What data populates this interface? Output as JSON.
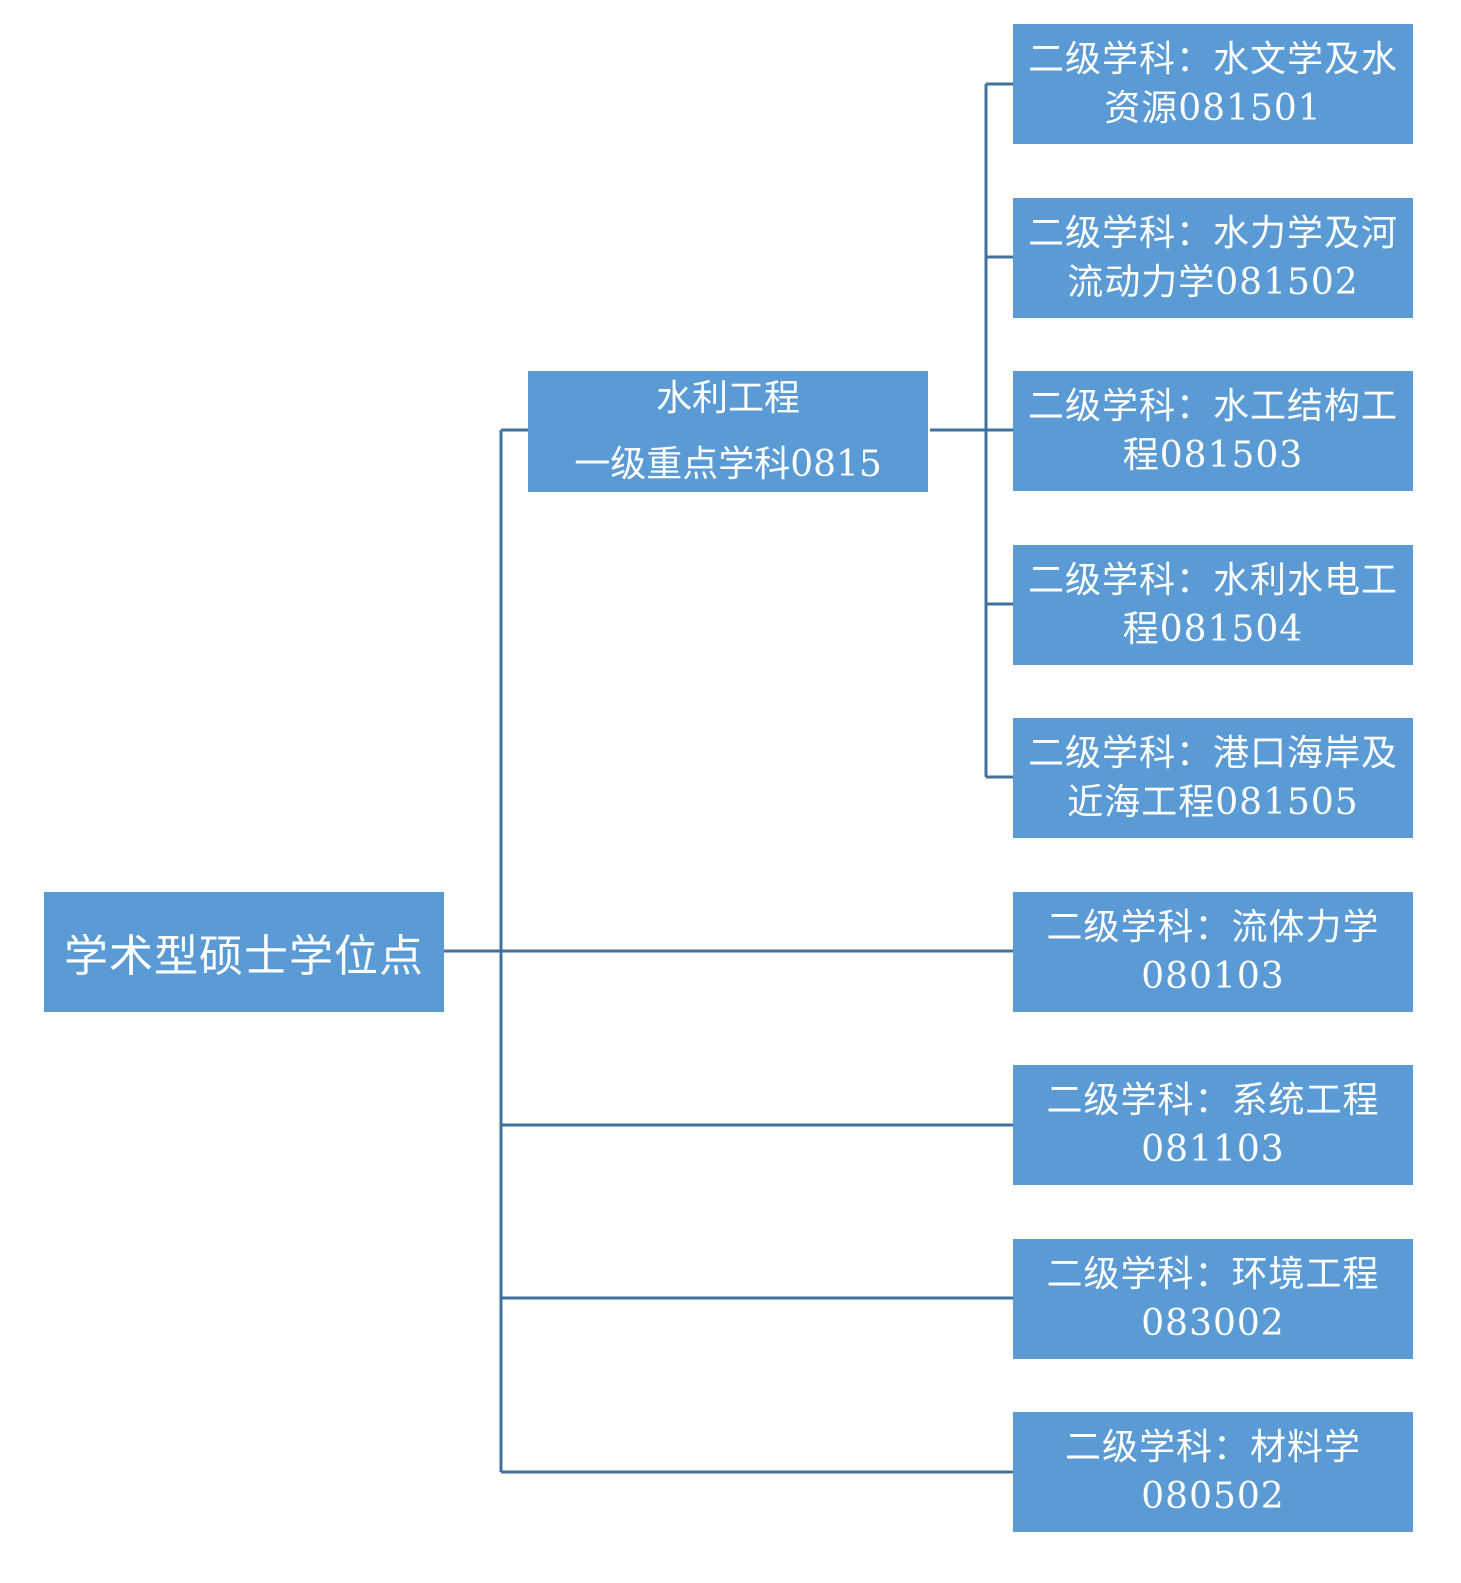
{
  "root": {
    "label": "学术型硕士学位点"
  },
  "first_level": {
    "line1": "水利工程",
    "line2": "一级重点学科0815"
  },
  "second_level": [
    {
      "label": "二级学科：水文学及水资源081501"
    },
    {
      "label": "二级学科：水力学及河流动力学081502"
    },
    {
      "label": "二级学科：水工结构工程081503"
    },
    {
      "label": "二级学科：水利水电工程081504"
    },
    {
      "label": "二级学科：港口海岸及近海工程081505"
    },
    {
      "label": "二级学科：流体力学080103"
    },
    {
      "label": "二级学科：系统工程081103"
    },
    {
      "label": "二级学科：环境工程083002"
    },
    {
      "label": "二级学科：材料学080502"
    }
  ],
  "colors": {
    "box_fill": "#5b9bd5",
    "connector": "#41719c",
    "text": "#ffffff"
  }
}
